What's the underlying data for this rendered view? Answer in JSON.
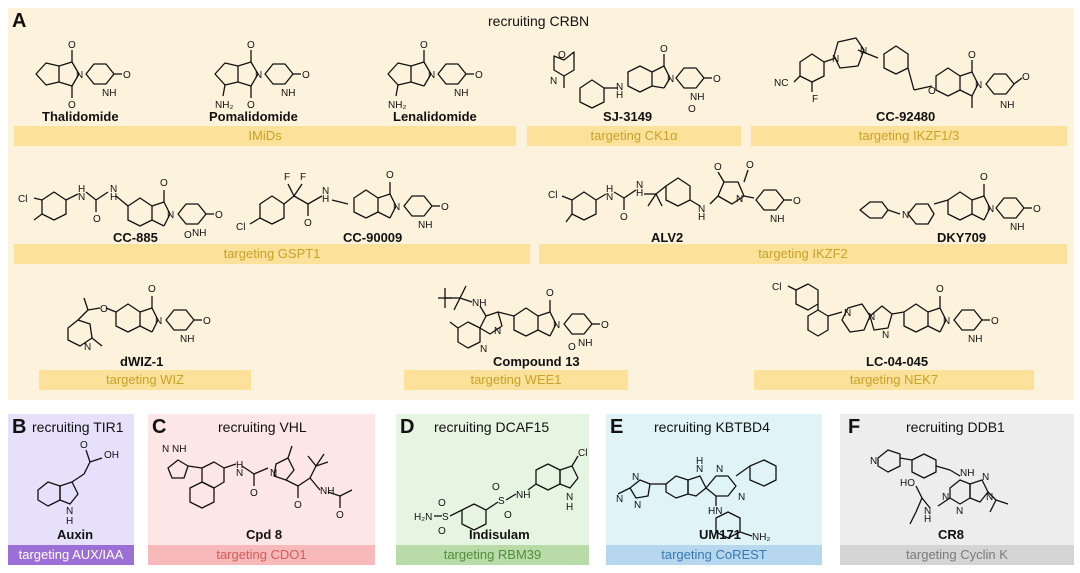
{
  "panel_a": {
    "letter": "A",
    "title": "recruiting CRBN",
    "compounds": [
      "Thalidomide",
      "Pomalidomide",
      "Lenalidomide",
      "SJ-3149",
      "CC-92480",
      "CC-885",
      "CC-90009",
      "ALV2",
      "DKY709",
      "dWIZ-1",
      "Compound 13",
      "LC-04-045"
    ],
    "targets": [
      "IMiDs",
      "targeting CK1α",
      "targeting IKZF1/3",
      "targeting GSPT1",
      "targeting IKZF2",
      "targeting WIZ",
      "targeting WEE1",
      "targeting NEK7"
    ]
  },
  "panel_b": {
    "letter": "B",
    "title": "recruiting TIR1",
    "compound": "Auxin",
    "target": "targeting AUX/IAA"
  },
  "panel_c": {
    "letter": "C",
    "title": "recruiting VHL",
    "compound": "Cpd 8",
    "target": "targeting CDO1"
  },
  "panel_d": {
    "letter": "D",
    "title": "recruiting DCAF15",
    "compound": "Indisulam",
    "target": "targeting RBM39"
  },
  "panel_e": {
    "letter": "E",
    "title": "recruiting KBTBD4",
    "compound": "UM171",
    "target": "targeting CoREST"
  },
  "panel_f": {
    "letter": "F",
    "title": "recruiting DDB1",
    "compound": "CR8",
    "target": "targeting Cyclin K"
  },
  "atoms": {
    "O": "O",
    "N": "N",
    "NH": "NH",
    "H": "H",
    "NH2": "NH₂",
    "Cl": "Cl",
    "F": "F",
    "OH": "OH",
    "HO": "HO",
    "S": "S",
    "NC": "NC",
    "H2N": "H₂N",
    "HN": "HN",
    "N_H": "N\nH"
  },
  "colors": {
    "crbn_bg": "#fdf3dc",
    "crbn_bar": "#fbe19a",
    "crbn_bar_text": "#c9a227",
    "tir1_bg": "#e6e0fb",
    "tir1_bar": "#9b6fd6",
    "tir1_bar_text": "#ffffff",
    "vhl_bg": "#fde6e6",
    "vhl_bar": "#f7b9b9",
    "vhl_bar_text": "#d65a5a",
    "dcaf15_bg": "#e6f5e1",
    "dcaf15_bar": "#b8dba8",
    "dcaf15_bar_text": "#4f8f3c",
    "kbtbd4_bg": "#e0f4f8",
    "kbtbd4_bar": "#b6d7ee",
    "kbtbd4_bar_text": "#3778b3",
    "ddb1_bg": "#ededed",
    "ddb1_bar": "#d4d4d4",
    "ddb1_bar_text": "#7a7a7a"
  }
}
